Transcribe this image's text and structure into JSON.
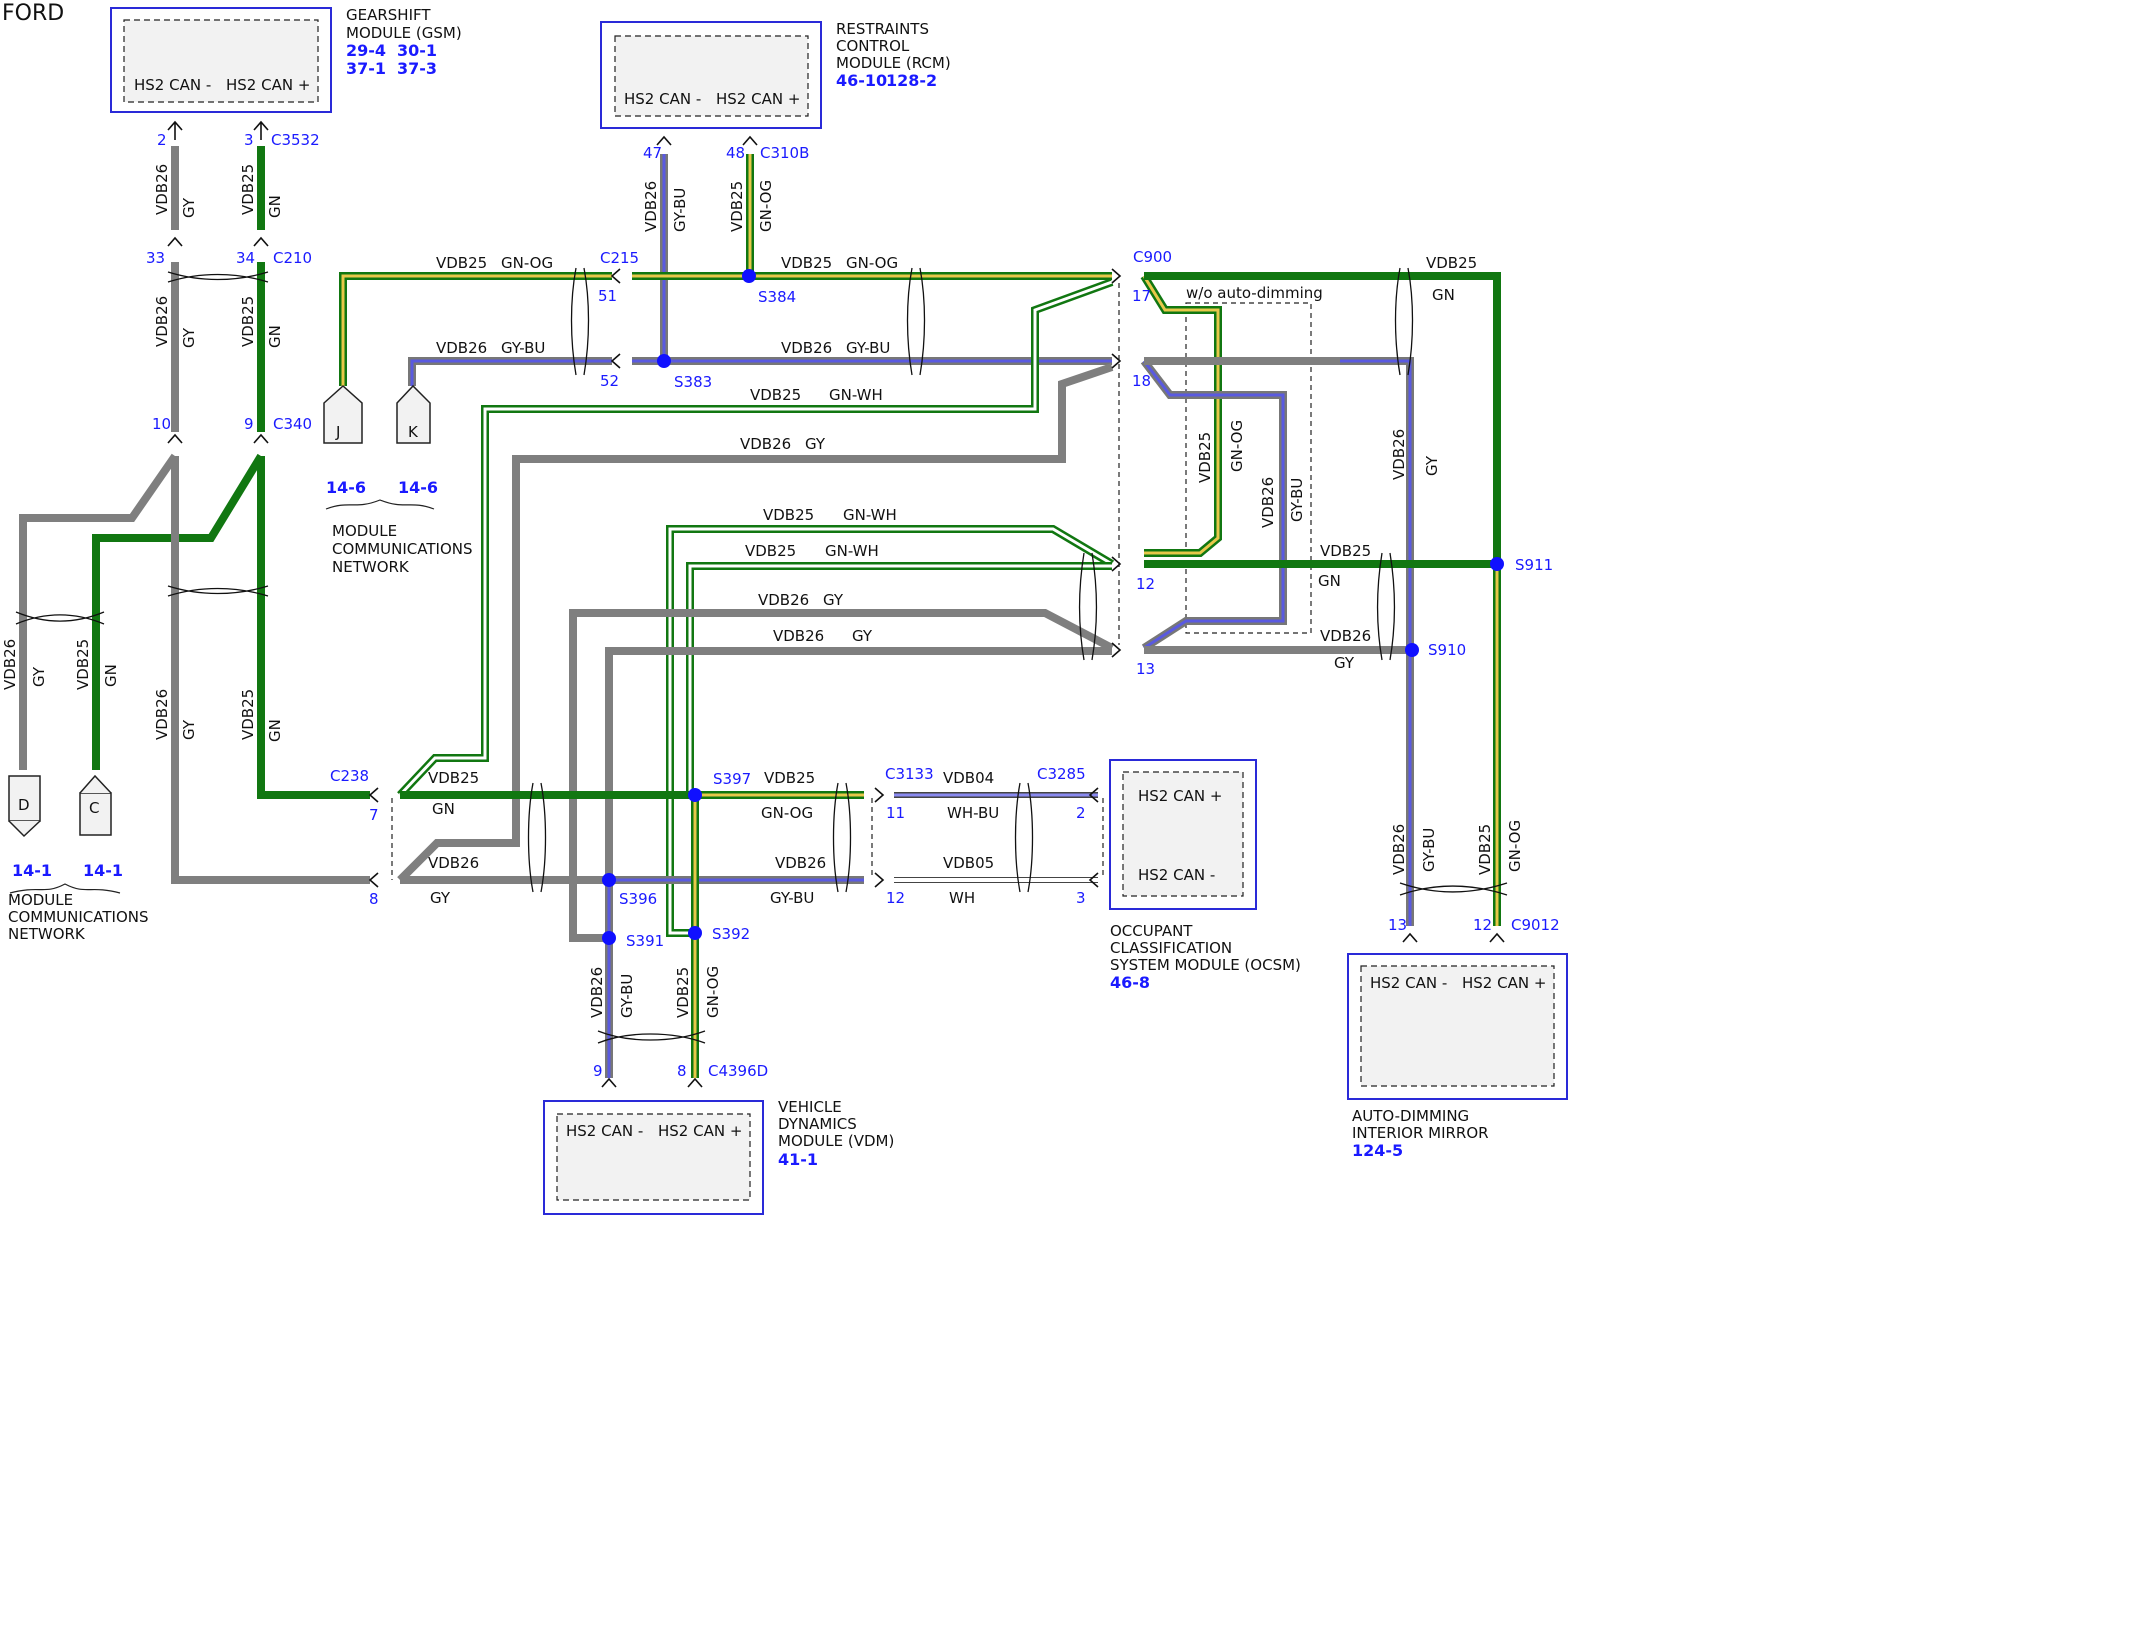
{
  "brand": "FORD",
  "modules": {
    "gsm": {
      "name": [
        "GEARSHIFT",
        "MODULE (GSM)"
      ],
      "refs": [
        "29-4",
        "30-1",
        "37-1",
        "37-3"
      ],
      "pin_minus": "HS2 CAN -",
      "pin_plus": "HS2 CAN +"
    },
    "rcm": {
      "name": [
        "RESTRAINTS",
        "CONTROL",
        "MODULE (RCM)"
      ],
      "refs": [
        "46-10",
        "128-2"
      ],
      "pin_minus": "HS2 CAN -",
      "pin_plus": "HS2 CAN +"
    },
    "ocsm": {
      "name": [
        "OCCUPANT",
        "CLASSIFICATION",
        "SYSTEM MODULE (OCSM)"
      ],
      "refs": [
        "46-8"
      ],
      "pin_plus": "HS2 CAN +",
      "pin_minus": "HS2 CAN -"
    },
    "vdm": {
      "name": [
        "VEHICLE",
        "DYNAMICS",
        "MODULE (VDM)"
      ],
      "refs": [
        "41-1"
      ],
      "pin_minus": "HS2 CAN -",
      "pin_plus": "HS2 CAN +"
    },
    "mirror": {
      "name": [
        "AUTO-DIMMING",
        "INTERIOR MIRROR"
      ],
      "refs": [
        "124-5"
      ],
      "pin_minus": "HS2 CAN -",
      "pin_plus": "HS2 CAN +"
    }
  },
  "connectors": {
    "c3532": "C3532",
    "c210": "C210",
    "c340": "C340",
    "c310b": "C310B",
    "c215": "C215",
    "c900": "C900",
    "c238": "C238",
    "c3133": "C3133",
    "c3285": "C3285",
    "c9012": "C9012",
    "c4396d": "C4396D"
  },
  "pins": {
    "gsm_2": "2",
    "gsm_3": "3",
    "c210_33": "33",
    "c210_34": "34",
    "c340_10": "10",
    "c340_9": "9",
    "rcm_47": "47",
    "rcm_48": "48",
    "c215_51": "51",
    "c215_52": "52",
    "c900_17": "17",
    "c900_18": "18",
    "c900_12": "12",
    "c900_13": "13",
    "c238_7": "7",
    "c238_8": "8",
    "c3133_11": "11",
    "c3133_12": "12",
    "c3285_2": "2",
    "c3285_3": "3",
    "mir_13": "13",
    "mir_12": "12",
    "vdm_9": "9",
    "vdm_8": "8"
  },
  "splices": {
    "s384": "S384",
    "s383": "S383",
    "s911": "S911",
    "s910": "S910",
    "s397": "S397",
    "s396": "S396",
    "s391": "S391",
    "s392": "S392"
  },
  "wires": {
    "vdb25": "VDB25",
    "vdb26": "VDB26",
    "vdb04": "VDB04",
    "vdb05": "VDB05",
    "gy": "GY",
    "gn": "GN",
    "gy_bu": "GY-BU",
    "gn_og": "GN-OG",
    "gn_wh": "GN-WH",
    "wh_bu": "WH-BU",
    "wh": "WH"
  },
  "offpage": {
    "j": {
      "letter": "J",
      "ref": "14-6"
    },
    "k": {
      "letter": "K",
      "ref": "14-6"
    },
    "d": {
      "letter": "D",
      "ref": "14-1"
    },
    "c": {
      "letter": "C",
      "ref": "14-1"
    },
    "network_label": [
      "MODULE",
      "COMMUNICATIONS",
      "NETWORK"
    ]
  },
  "option_label": "w/o auto-dimming",
  "colors": {
    "gn": "#117711",
    "gy": "#7f7f7f",
    "blue_stripe": "#5a5ae0",
    "yellow_stripe": "#e8c84a",
    "pin_text": "#1a1aff"
  }
}
